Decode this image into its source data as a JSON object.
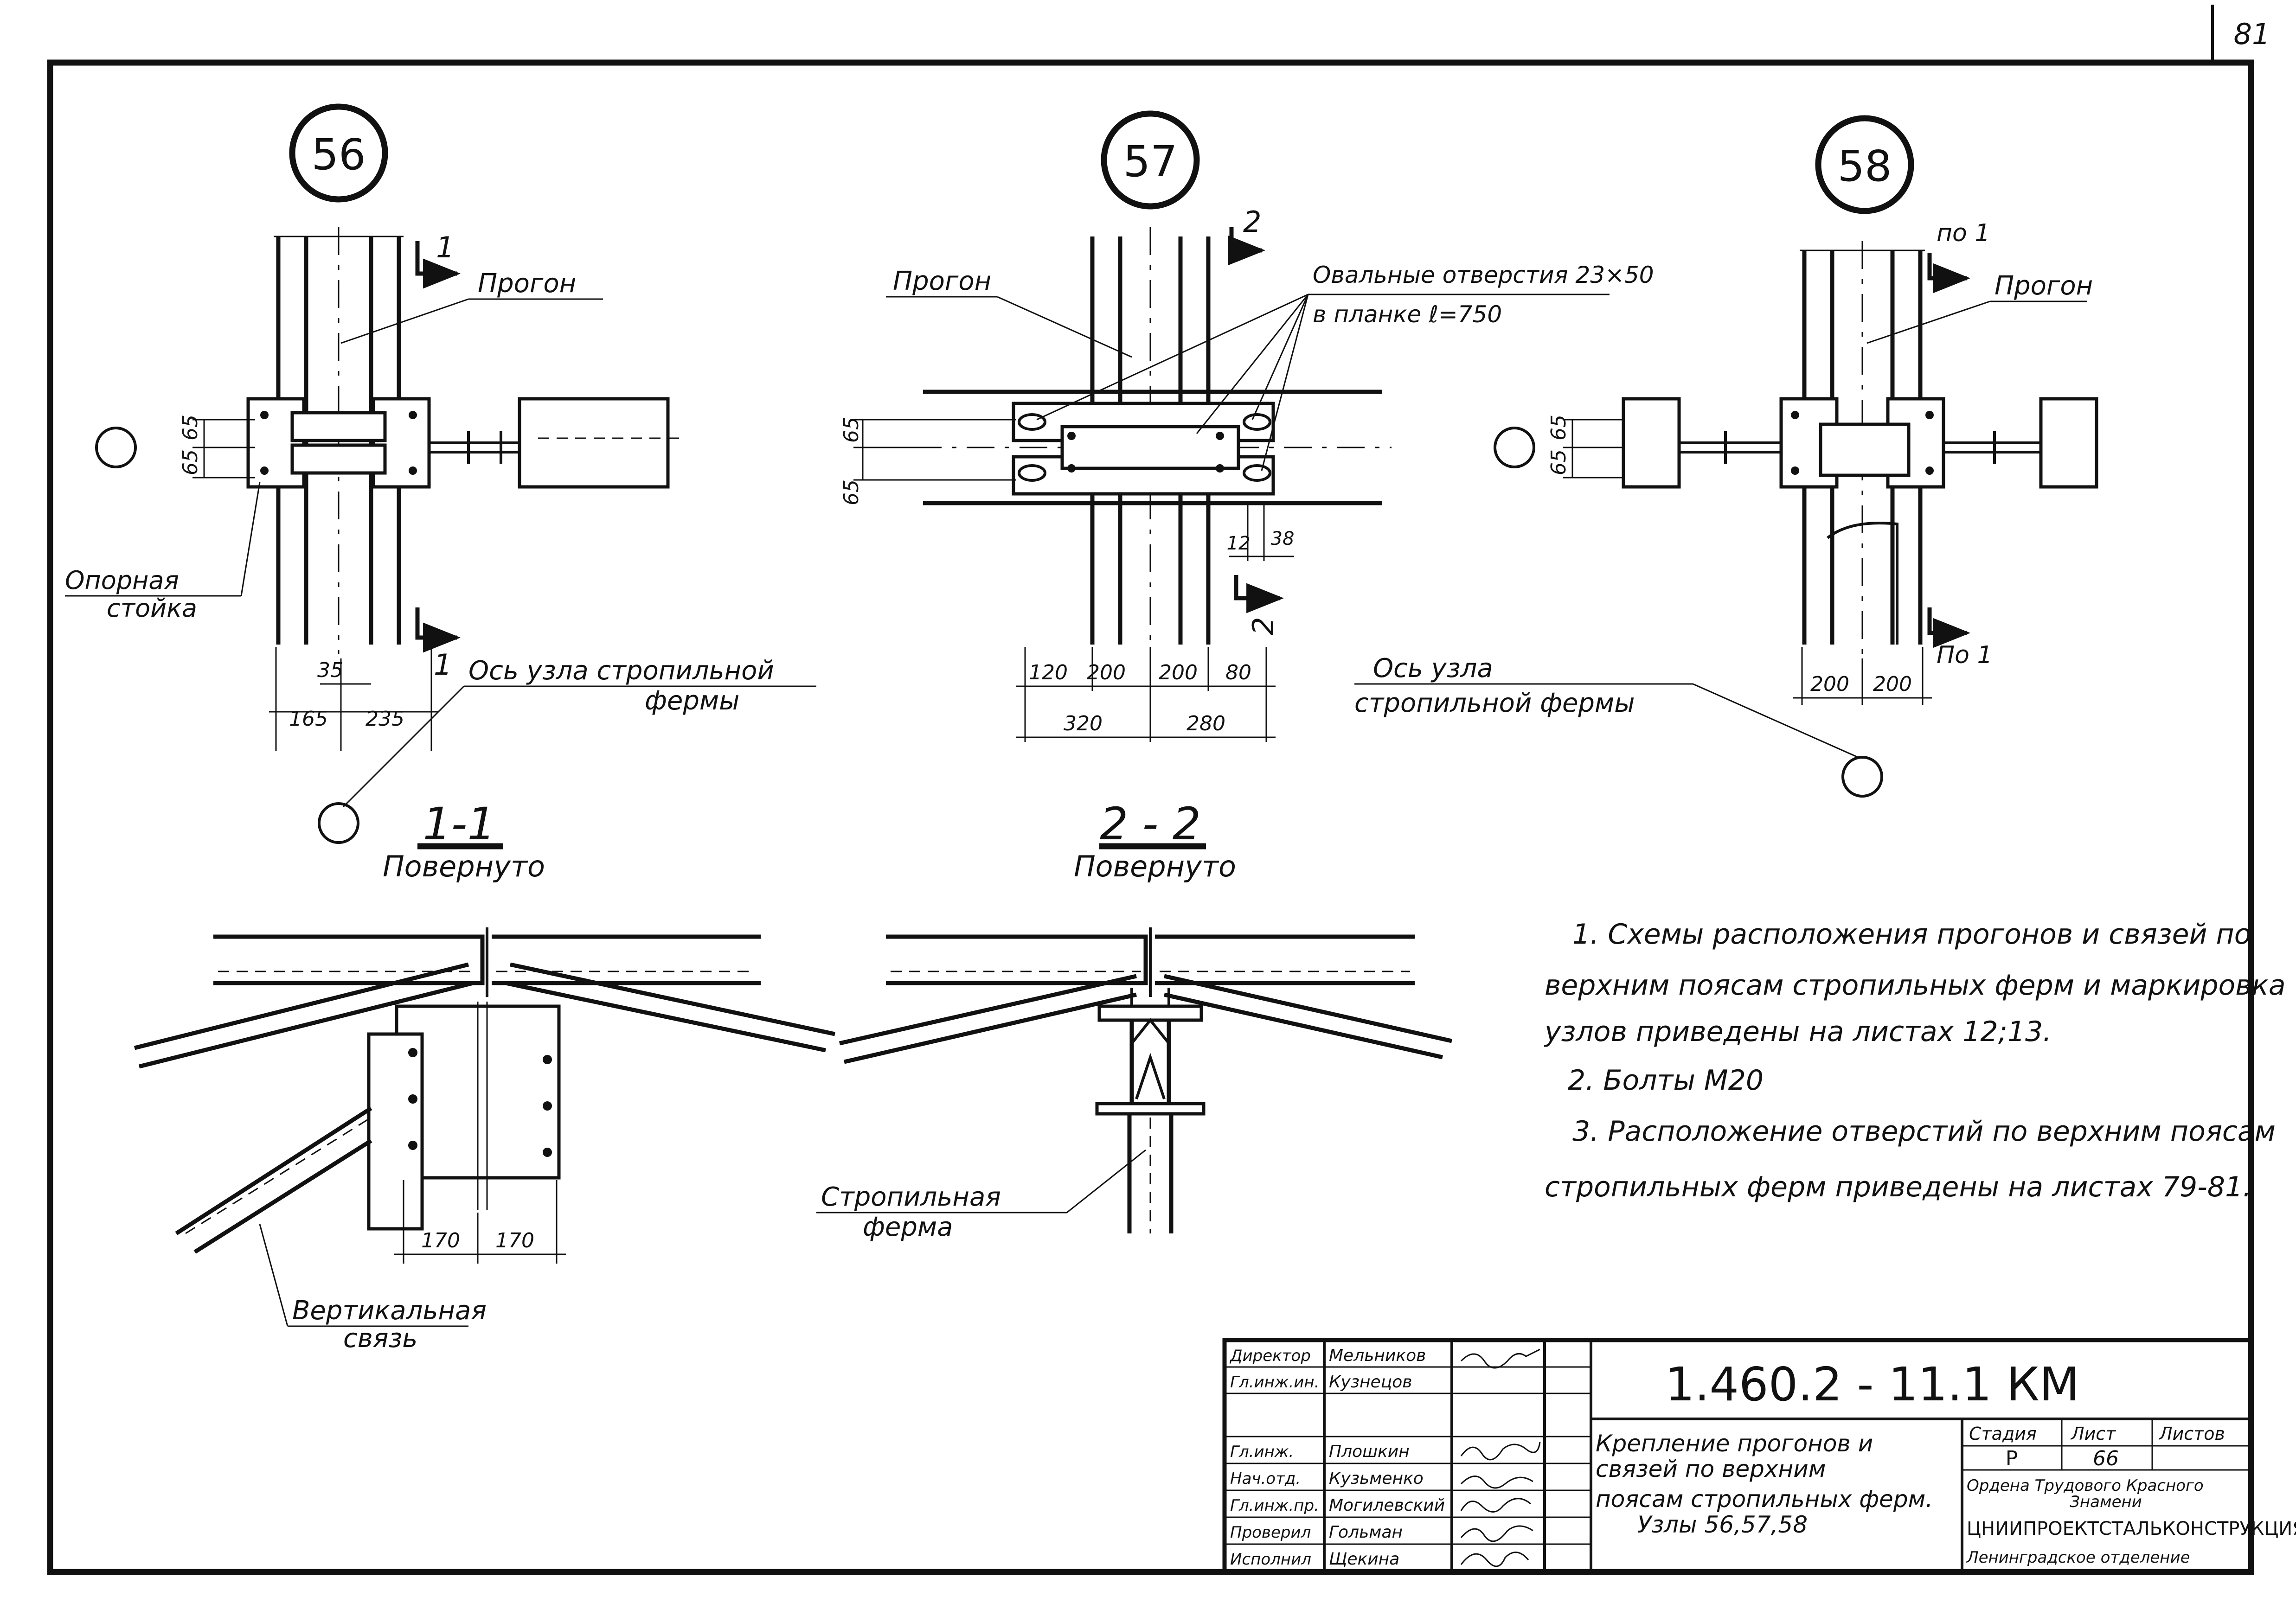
{
  "page_number": "81",
  "nodes": {
    "n56": {
      "label": "56",
      "purlin": "Прогон",
      "support_post": [
        "Опорная",
        "стойка"
      ],
      "truss_axis": [
        "Ось узла стропильной",
        "фермы"
      ],
      "section_mark": "1",
      "dims": {
        "v65a": "65",
        "v65b": "65",
        "d35": "35",
        "d165": "165",
        "d235": "235"
      }
    },
    "n57": {
      "label": "57",
      "purlin": "Прогон",
      "oval_holes": [
        "Овальные отверстия 23×50",
        "в планке ℓ=750"
      ],
      "section_mark": "2",
      "dims": {
        "v65a": "65",
        "v65b": "65",
        "d12": "12",
        "d38": "38",
        "d120": "120",
        "d200a": "200",
        "d200b": "200",
        "d80": "80",
        "d320": "320",
        "d280": "280"
      }
    },
    "n58": {
      "label": "58",
      "purlin": "Прогон",
      "section_top": "по 1",
      "section_bottom": "По 1",
      "truss_axis": [
        "Ось узла",
        "стропильной фермы"
      ],
      "dims": {
        "v65a": "65",
        "v65b": "65",
        "d200a": "200",
        "d200b": "200"
      }
    }
  },
  "sections": {
    "s11": {
      "title": "1-1",
      "subtitle": "Повернуто",
      "brace": [
        "Вертикальная",
        "связь"
      ],
      "dims": {
        "d170a": "170",
        "d170b": "170"
      }
    },
    "s22": {
      "title": "2 - 2",
      "subtitle": "Повернуто",
      "truss": [
        "Стропильная",
        "ферма"
      ]
    }
  },
  "notes": [
    "1.  Схемы расположения прогонов и связей  по",
    "верхним  поясам  стропильных ферм и маркировка",
    "узлов  приведены  на листах  12;13.",
    "2.  Болты  М20",
    "3.  Расположение  отверстий  по верхним поясам",
    "стропильных   ферм   приведены  на листах  79-81."
  ],
  "title_block": {
    "code": "1.460.2 - 11.1  КМ",
    "description": [
      "Крепление прогонов и",
      "связей по верхним",
      "поясам стропильных ферм.",
      "Узлы 56,57,58"
    ],
    "roles": [
      {
        "role": "Директор",
        "name": "Мельников"
      },
      {
        "role": "Гл.инж.ин.",
        "name": "Кузнецов"
      },
      {
        "role": "",
        "name": ""
      },
      {
        "role": "Гл.инж.",
        "name": "Плошкин"
      },
      {
        "role": "Нач.отд.",
        "name": "Кузьменко"
      },
      {
        "role": "Гл.инж.пр.",
        "name": "Могилевский"
      },
      {
        "role": "Проверил",
        "name": "Гольман"
      },
      {
        "role": "Исполнил",
        "name": "Щекина"
      }
    ],
    "stage_header": "Стадия",
    "sheet_header": "Лист",
    "sheets_header": "Листов",
    "stage": "Р",
    "sheet": "66",
    "organization": [
      "Ордена Трудового Красного",
      "Знамени",
      "ЦНИИПРОЕКТСТАЛЬКОНСТРУКЦИЯ",
      "Ленинградское отделение"
    ]
  }
}
